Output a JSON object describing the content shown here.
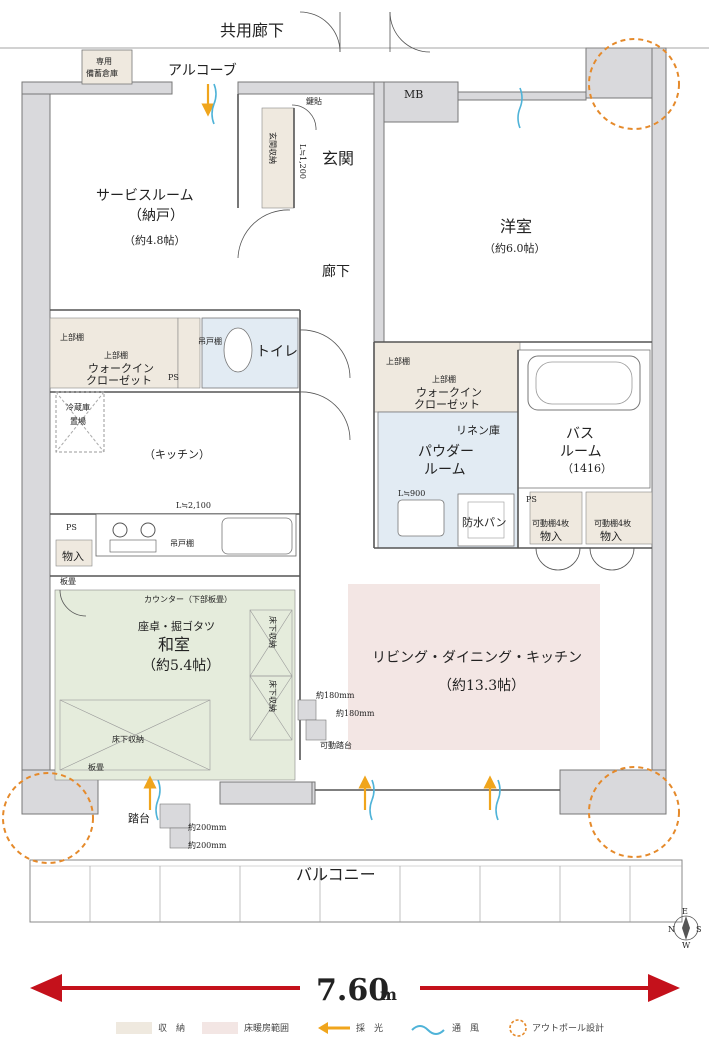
{
  "colors": {
    "wall": "#d9d9dc",
    "storage": "#efe9df",
    "floor_heating": "#f3e6e4",
    "washitsu": "#e5ecdc",
    "powder": "#e2ebf3",
    "arrow_red": "#c4111b",
    "sunlight": "#f0a51c",
    "wind": "#4fb3d8",
    "outpole": "#e58a2b"
  },
  "labels": {
    "corridor": "共用廊下",
    "alcove": "アルコーブ",
    "storage_disaster_1": "専用",
    "storage_disaster_2": "備蓄倉庫",
    "mb": "MB",
    "key_box": "鍵貼",
    "entrance": "玄関",
    "entrance_storage": "玄関収納",
    "entrance_dim": "L≒1,200",
    "service_room_1": "サービスルーム",
    "service_room_2": "（納戸）",
    "service_room_3": "（約4.8帖）",
    "hallway": "廊下",
    "western_room_1": "洋室",
    "western_room_2": "（約6.0帖）",
    "upper_shelf": "上部棚",
    "upper_shelf_2": "上部棚",
    "wic_a": "ウォークイン",
    "wic_b": "クローゼット",
    "ps": "PS",
    "hanging_shelf": "吊戸棚",
    "toilet": "トイレ",
    "fridge_1": "冷蔵庫",
    "fridge_2": "置場",
    "kitchen": "（キッチン）",
    "kitchen_dim": "L≒2,100",
    "linen": "リネン庫",
    "powder_1": "パウダー",
    "powder_2": "ルーム",
    "powder_dim": "L≒900",
    "bath_1": "バス",
    "bath_2": "ルーム",
    "bath_3": "（1416）",
    "waterproof_pan": "防水パン",
    "movable_shelf": "可動棚4枚",
    "closet": "物入",
    "board": "板畳",
    "counter": "カウンター（下部板畳）",
    "washitsu_0": "座卓・掘ゴタツ",
    "washitsu_1": "和室",
    "washitsu_2": "（約5.4帖）",
    "underfloor": "床下収納",
    "ldk_1": "リビング・ダイニング・キッチン",
    "ldk_2": "（約13.3帖）",
    "dim_180": "約180mm",
    "movable_step": "可動踏台",
    "step": "踏台",
    "dim_200": "約200mm",
    "balcony": "バルコニー",
    "width_num": "7.60",
    "width_unit": "m",
    "compass_n": "N",
    "compass_e": "E",
    "compass_s": "S",
    "compass_w": "W"
  },
  "legend": [
    {
      "label": "収　納",
      "kind": "storage"
    },
    {
      "label": "床暖房範囲",
      "kind": "floor_heating"
    },
    {
      "label": "採　光",
      "kind": "sunlight"
    },
    {
      "label": "通　風",
      "kind": "wind"
    },
    {
      "label": "アウトポール設計",
      "kind": "outpole"
    }
  ]
}
